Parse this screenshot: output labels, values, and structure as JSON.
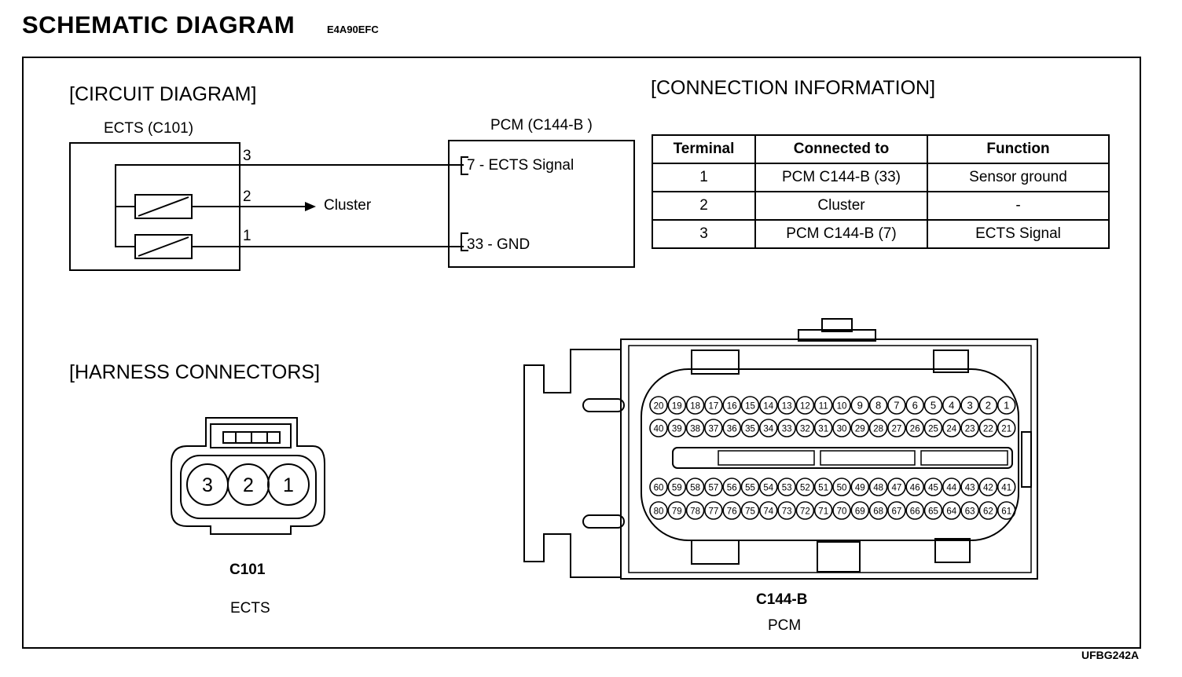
{
  "header": {
    "title": "SCHEMATIC DIAGRAM",
    "code": "E4A90EFC"
  },
  "footer": {
    "code": "UFBG242A"
  },
  "circuit": {
    "heading": "[CIRCUIT DIAGRAM]",
    "ects_label": "ECTS (C101)",
    "pcm_label": "PCM (C144-B )",
    "pin3": "3",
    "pin2": "2",
    "pin1": "1",
    "cluster": "Cluster",
    "pcm_pin7": "7 - ECTS Signal",
    "pcm_pin33": "33 - GND"
  },
  "connection": {
    "heading": "[CONNECTION INFORMATION]",
    "columns": [
      "Terminal",
      "Connected to",
      "Function"
    ],
    "rows": [
      [
        "1",
        "PCM C144-B (33)",
        "Sensor ground"
      ],
      [
        "2",
        "Cluster",
        "-"
      ],
      [
        "3",
        "PCM C144-B (7)",
        "ECTS Signal"
      ]
    ]
  },
  "harness": {
    "heading": "[HARNESS CONNECTORS]",
    "c101": {
      "name": "C101",
      "sub": "ECTS",
      "pins": [
        "3",
        "2",
        "1"
      ]
    },
    "c144": {
      "name": "C144-B",
      "sub": "PCM",
      "rows": [
        [
          "20",
          "19",
          "18",
          "17",
          "16",
          "15",
          "14",
          "13",
          "12",
          "11",
          "10",
          "9",
          "8",
          "7",
          "6",
          "5",
          "4",
          "3",
          "2",
          "1"
        ],
        [
          "40",
          "39",
          "38",
          "37",
          "36",
          "35",
          "34",
          "33",
          "32",
          "31",
          "30",
          "29",
          "28",
          "27",
          "26",
          "25",
          "24",
          "23",
          "22",
          "21"
        ],
        [
          "60",
          "59",
          "58",
          "57",
          "56",
          "55",
          "54",
          "53",
          "52",
          "51",
          "50",
          "49",
          "48",
          "47",
          "46",
          "45",
          "44",
          "43",
          "42",
          "41"
        ],
        [
          "80",
          "79",
          "78",
          "77",
          "76",
          "75",
          "74",
          "73",
          "72",
          "71",
          "70",
          "69",
          "68",
          "67",
          "66",
          "65",
          "64",
          "63",
          "62",
          "61"
        ]
      ]
    }
  }
}
